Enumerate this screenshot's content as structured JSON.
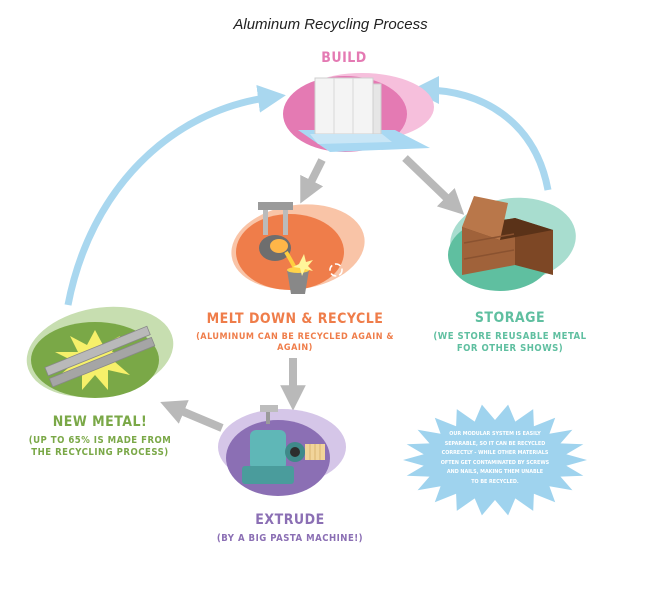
{
  "title": "Aluminum Recycling Process",
  "colors": {
    "build": "#e47ab3",
    "melt": "#ef7d4a",
    "storage": "#5fbfa0",
    "extrude": "#8b6fb4",
    "newmetal": "#7aa847",
    "arrow_blue": "#a9d7ef",
    "arrow_gray": "#b9b9b9",
    "burst": "#9fd3ee"
  },
  "steps": {
    "build": {
      "label": "BUILD"
    },
    "melt": {
      "label": "MELT DOWN & RECYCLE",
      "sub": "(ALUMINUM CAN BE RECYCLED AGAIN & AGAIN)"
    },
    "storage": {
      "label": "STORAGE",
      "sub1": "(WE STORE REUSABLE METAL",
      "sub2": "FOR OTHER SHOWS)"
    },
    "extrude": {
      "label": "EXTRUDE",
      "sub": "(BY A BIG PASTA MACHINE!)"
    },
    "newmetal": {
      "label": "NEW METAL!",
      "sub1": "(UP TO 65% IS MADE FROM",
      "sub2": "THE RECYCLING PROCESS)"
    }
  },
  "note": {
    "lines": [
      "OUR MODULAR SYSTEM IS EASILY",
      "SEPARABLE, SO IT CAN BE RECYCLED",
      "CORRECTLY - WHILE OTHER MATERIALS",
      "OFTEN GET CONTAMINATED BY SCREWS",
      "AND NAILS, MAKING THEM UNABLE",
      "TO BE RECYCLED."
    ]
  }
}
